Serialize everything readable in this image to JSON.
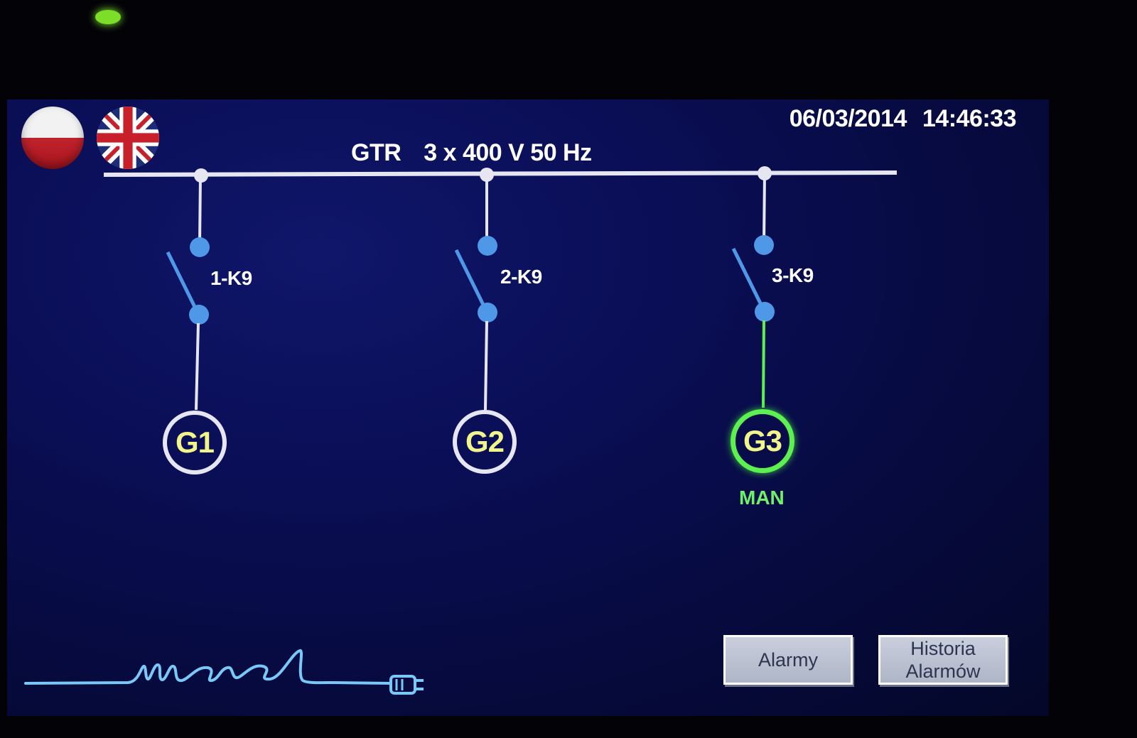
{
  "datetime": {
    "date": "06/03/2014",
    "time": "14:46:33"
  },
  "language_flags": [
    {
      "icon": "poland-flag-icon"
    },
    {
      "icon": "uk-flag-icon"
    }
  ],
  "busbar": {
    "name": "GTR",
    "rating": "3 x 400 V  50 Hz"
  },
  "switches": [
    {
      "label": "1-K9"
    },
    {
      "label": "2-K9"
    },
    {
      "label": "3-K9"
    }
  ],
  "generators": [
    {
      "label": "G1",
      "status": "off",
      "mode": ""
    },
    {
      "label": "G2",
      "status": "off",
      "mode": ""
    },
    {
      "label": "G3",
      "status": "on",
      "mode": "MAN"
    }
  ],
  "buttons": {
    "alarms": "Alarmy",
    "alarm_history": "Historia\nAlarmów"
  },
  "logo": {
    "text": "marel",
    "icon": "plug-icon"
  },
  "colors": {
    "screen_background": "#0a0e55",
    "line_inactive": "#e6e6f2",
    "line_active": "#5cf050",
    "switch_node": "#4f98e8",
    "generator_text": "#f2f58a"
  }
}
